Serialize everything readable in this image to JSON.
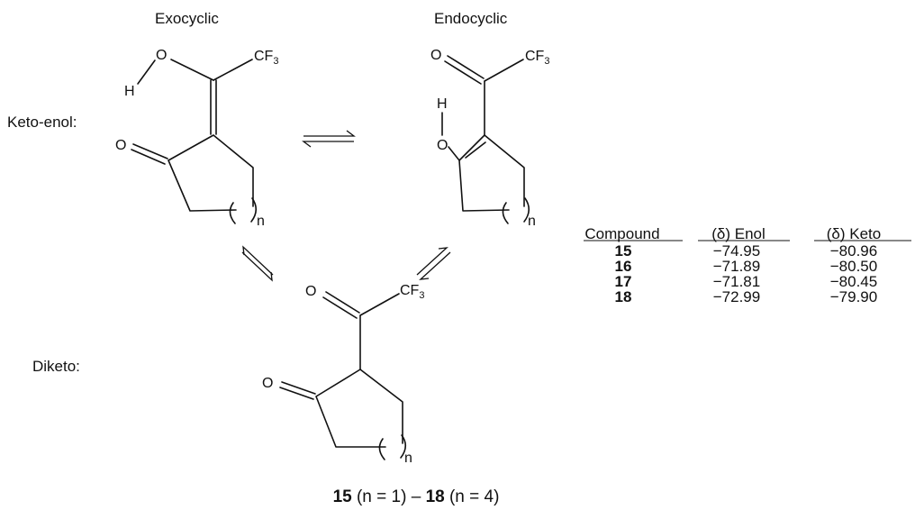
{
  "labels": {
    "exocyclic": "Exocyclic",
    "endocyclic": "Endocyclic",
    "keto_enol": "Keto-enol:",
    "diketo": "Diketo:"
  },
  "atoms": {
    "oxygen": "O",
    "hydrogen": "H",
    "cf3_main": "CF",
    "cf3_sub": "3",
    "ring_n": "n"
  },
  "caption": {
    "first_compound": "15",
    "first_range": " (n = 1) – ",
    "last_compound": "18",
    "last_range": " (n = 4)"
  },
  "table": {
    "headers": [
      "Compound",
      "(δ) Enol",
      "(δ) Keto"
    ],
    "rows": [
      {
        "compound": "15",
        "enol": "−74.95",
        "keto": "−80.96"
      },
      {
        "compound": "16",
        "enol": "−71.89",
        "keto": "−80.50"
      },
      {
        "compound": "17",
        "enol": "−71.81",
        "keto": "−80.45"
      },
      {
        "compound": "18",
        "enol": "−72.99",
        "keto": "−79.90"
      }
    ]
  }
}
